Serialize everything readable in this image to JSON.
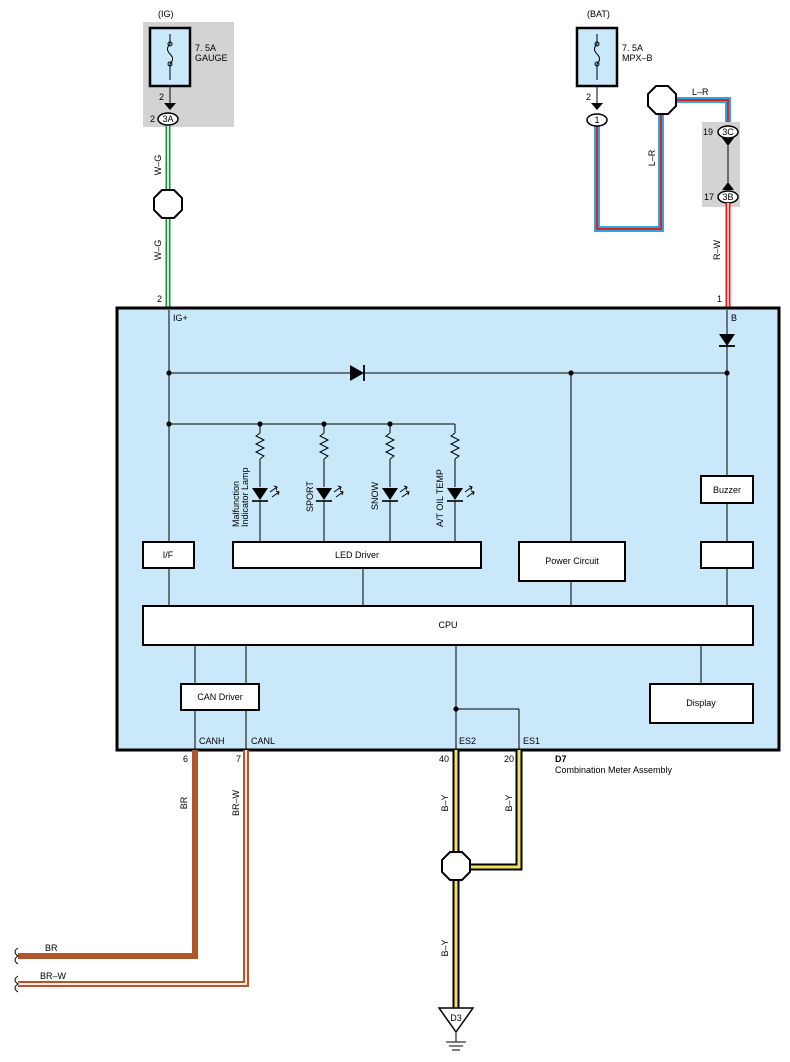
{
  "supplies": {
    "ig": {
      "name": "(IG)",
      "fuse_rating": "7. 5A",
      "fuse_name": "GAUGE",
      "fuse_pin": "2",
      "connector_pin": "2",
      "connector": "3A"
    },
    "bat": {
      "name": "(BAT)",
      "fuse_rating": "7. 5A",
      "fuse_name": "MPX–B",
      "fuse_pin": "2",
      "connector": "1"
    }
  },
  "connectors": {
    "c3c": {
      "id": "3C",
      "pin": "19"
    },
    "c3b": {
      "id": "3B",
      "pin": "17"
    },
    "d3": {
      "id": "D3"
    }
  },
  "wires": {
    "wg_upper": "W–G",
    "wg_lower": "W–G",
    "lr_top": "L–R",
    "lr_side": "L–R",
    "rw": "R–W",
    "br_vertical": "BR",
    "brw_vertical": "BR–W",
    "br_horizontal": "BR",
    "brw_horizontal": "BR–W",
    "by_left": "B–Y",
    "by_right": "B–Y",
    "by_bottom": "B–Y"
  },
  "module": {
    "id": "D7",
    "name": "Combination Meter Assembly",
    "pins": {
      "ig_plus": {
        "label": "IG+",
        "number": "2"
      },
      "b": {
        "label": "B",
        "number": "1"
      },
      "canh": {
        "label": "CANH",
        "number": "6"
      },
      "canl": {
        "label": "CANL",
        "number": "7"
      },
      "es2": {
        "label": "ES2",
        "number": "40"
      },
      "es1": {
        "label": "ES1",
        "number": "20"
      }
    },
    "blocks": {
      "if": "I/F",
      "led_driver": "LED Driver",
      "power_circuit": "Power Circuit",
      "buzzer": "Buzzer",
      "cpu": "CPU",
      "can_driver": "CAN Driver",
      "display": "Display"
    },
    "indicators": {
      "malfunction_line1": "Malfunction",
      "malfunction_line2": "Indicator Lamp",
      "sport": "SPORT",
      "snow": "SNOW",
      "at_oil_temp": "A/T OIL TEMP"
    }
  },
  "colors": {
    "module_fill": "#c9e9fb",
    "fuse_shade": "#d3d3d3",
    "wire_white_green": [
      "#ffffff",
      "#1a8f3c"
    ],
    "wire_blue_red": [
      "#2aa6e0",
      "#e02020"
    ],
    "wire_red_white": [
      "#e02020",
      "#ffffff"
    ],
    "wire_brown": "#b0552c",
    "wire_brown_white": [
      "#b0552c",
      "#ffffff"
    ],
    "wire_black_yellow": [
      "#000000",
      "#f3e25a"
    ]
  }
}
